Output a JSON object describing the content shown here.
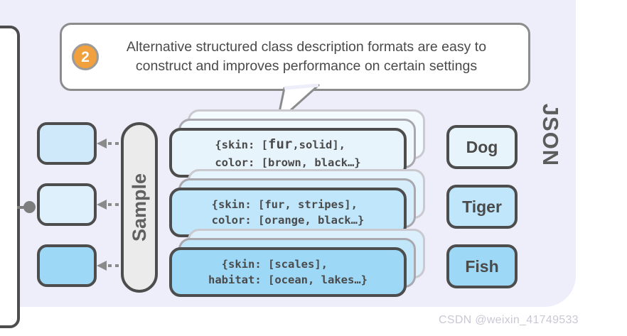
{
  "callout": {
    "badge_number": "2",
    "text": "Alternative structured class description formats are easy to construct and improves performance on certain settings"
  },
  "rail": {
    "label": "Sample"
  },
  "side_label": {
    "json": "JSON"
  },
  "samples": [
    {
      "name": "sample-box-1",
      "fill": "#cfe9fb"
    },
    {
      "name": "sample-box-2",
      "fill": "#dff0fd"
    },
    {
      "name": "sample-box-3",
      "fill": "#9ed8f7"
    }
  ],
  "json_cards": [
    {
      "line1_pre": "{skin: [",
      "line1_big": "fur",
      "line1_post": ",solid],",
      "line2": "color: [brown, black…}",
      "fill": "#e8f4fb"
    },
    {
      "line1_pre": "{skin: [fur, stripes],",
      "line1_big": "",
      "line1_post": "",
      "line2": "color: [orange, black…}",
      "fill": "#bfe6fb"
    },
    {
      "line1_pre": "  {skin: [scales],",
      "line1_big": "",
      "line1_post": "",
      "line2": "habitat: [ocean, lakes…}",
      "fill": "#9ed8f7"
    }
  ],
  "classes": [
    {
      "label": "Dog",
      "fill": "#e8f4fb"
    },
    {
      "label": "Tiger",
      "fill": "#bfe6fb"
    },
    {
      "label": "Fish",
      "fill": "#9ed8f7"
    }
  ],
  "watermark": "CSDN @weixin_41749533",
  "colors": {
    "panel_bg": "#eeeefa",
    "stroke": "#4d4d4d",
    "badge_orange": "#f0a03c",
    "text": "#4a4a4a",
    "arrow_gray": "#8a8a8a"
  }
}
